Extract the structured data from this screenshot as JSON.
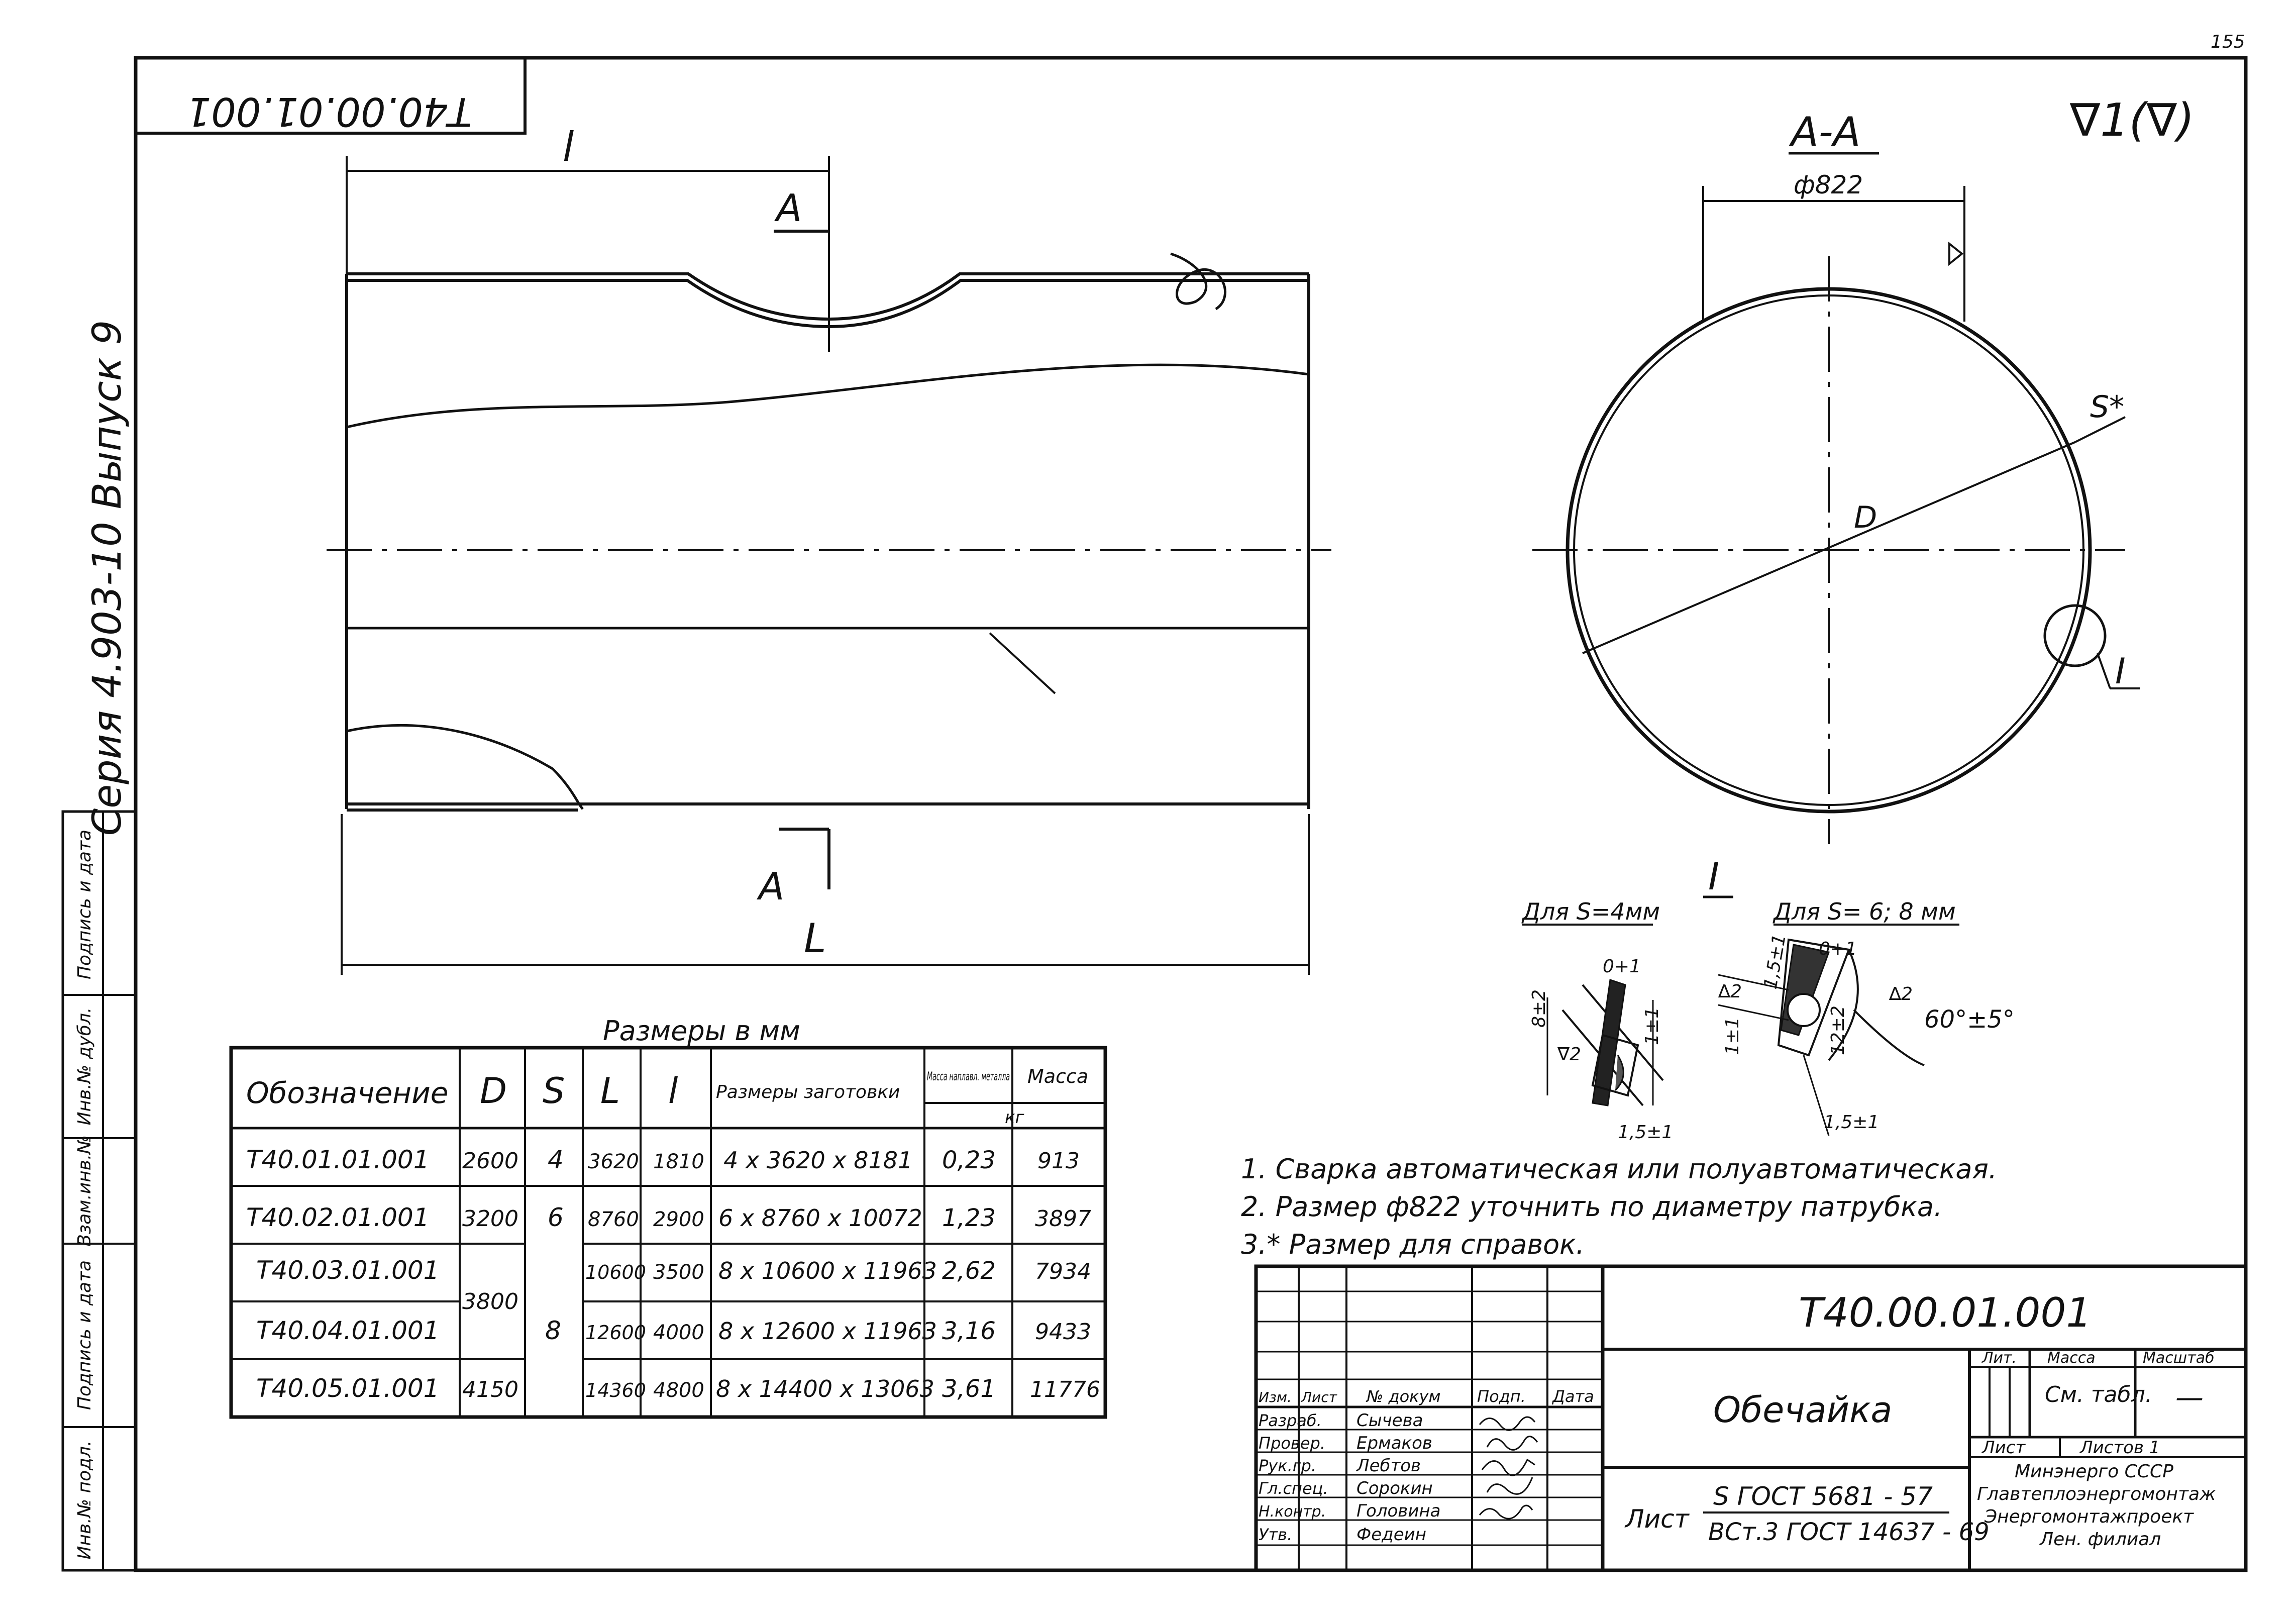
{
  "page_number": "155",
  "top_stamp": "Т40.00.01.001",
  "roughness": "∇1(∇)",
  "left_margin": {
    "series": "Серия 4.903-10  Выпуск 9",
    "field_1": "Подпись и дата",
    "field_2": "Инв.№ дубл.",
    "field_3": "Взам.инв.№",
    "field_4": "Подпись и дата",
    "field_5": "Инв.№ подл."
  },
  "front_view": {
    "dim_l": "l",
    "dim_L": "L",
    "section_A_top": "А",
    "section_A_bottom": "А"
  },
  "section_view": {
    "title": "А-А",
    "dia_822": "ф822",
    "dim_D": "D",
    "dim_S": "S*",
    "callout_I": "I"
  },
  "detail_I": {
    "title": "I",
    "label_4mm": "Для S=4мм",
    "label_6_8mm": "Для S= 6; 8 мм",
    "dims_left": [
      "0+1",
      "8±2",
      "1±1",
      "1,5±1",
      "∇2"
    ],
    "dims_right": [
      "1,5±1",
      "0+1",
      "1±1",
      "12±2",
      "∆2",
      "60°±5°",
      "1,5±1",
      "∆2"
    ]
  },
  "table": {
    "caption": "Размеры в мм",
    "headers": {
      "designation": "Обозначение",
      "D": "D",
      "S": "S",
      "L": "L",
      "l": "l",
      "blank": "Размеры заготовки",
      "mass_weld": "Масса наплавл. металла",
      "mass": "Масса",
      "unit": "кг"
    },
    "rows": [
      {
        "designation": "Т40.01.01.001",
        "D": "2600",
        "S": "4",
        "L": "3620",
        "l": "1810",
        "blank": "4 х 3620 х 8181",
        "mass_weld": "0,23",
        "mass": "913"
      },
      {
        "designation": "Т40.02.01.001",
        "D": "3200",
        "S": "6",
        "L": "8760",
        "l": "2900",
        "blank": "6 х 8760 х 10072",
        "mass_weld": "1,23",
        "mass": "3897"
      },
      {
        "designation": "Т40.03.01.001",
        "D": "3800",
        "S": "8",
        "L": "10600",
        "l": "3500",
        "blank": "8 х 10600 х 11963",
        "mass_weld": "2,62",
        "mass": "7934"
      },
      {
        "designation": "Т40.04.01.001",
        "D": "",
        "S": "",
        "L": "12600",
        "l": "4000",
        "blank": "8 х 12600 х 11963",
        "mass_weld": "3,16",
        "mass": "9433"
      },
      {
        "designation": "Т40.05.01.001",
        "D": "4150",
        "S": "",
        "L": "14360",
        "l": "4800",
        "blank": "8 х 14400 х 13063",
        "mass_weld": "3,61",
        "mass": "11776"
      }
    ]
  },
  "notes": [
    "1. Сварка автоматическая или полуавтоматическая.",
    "2. Размер ф822 уточнить по диаметру патрубка.",
    "3.* Размер для справок."
  ],
  "title_block": {
    "doc_number": "Т40.00.01.001",
    "part_name": "Обечайка",
    "col_headers": [
      "Изм.",
      "Лист",
      "№ докум",
      "Подп.",
      "Дата"
    ],
    "roles": [
      "Разраб.",
      "Провер.",
      "Рук.гр.",
      "Гл.спец.",
      "Н.контр.",
      "Утв."
    ],
    "names": [
      "Сычева",
      "Ермаков",
      "Лебтов",
      "Сорокин",
      "Головина",
      "Федеин"
    ],
    "lit_label": "Лит.",
    "mass_label": "Масса",
    "scale_label": "Масштаб",
    "mass_value": "См. табл.",
    "scale_value": "—",
    "sheet_label": "Лист",
    "sheets_label": "Листов 1",
    "material_prefix": "Лист",
    "material_line1": "S ГОСТ 5681 - 57",
    "material_line2": "ВСт.3 ГОСТ 14637 - 69",
    "org_line1": "Минэнерго СССР",
    "org_line2": "Главтеплоэнергомонтаж",
    "org_line3": "Энергомонтажпроект",
    "org_line4": "Лен. филиал"
  }
}
